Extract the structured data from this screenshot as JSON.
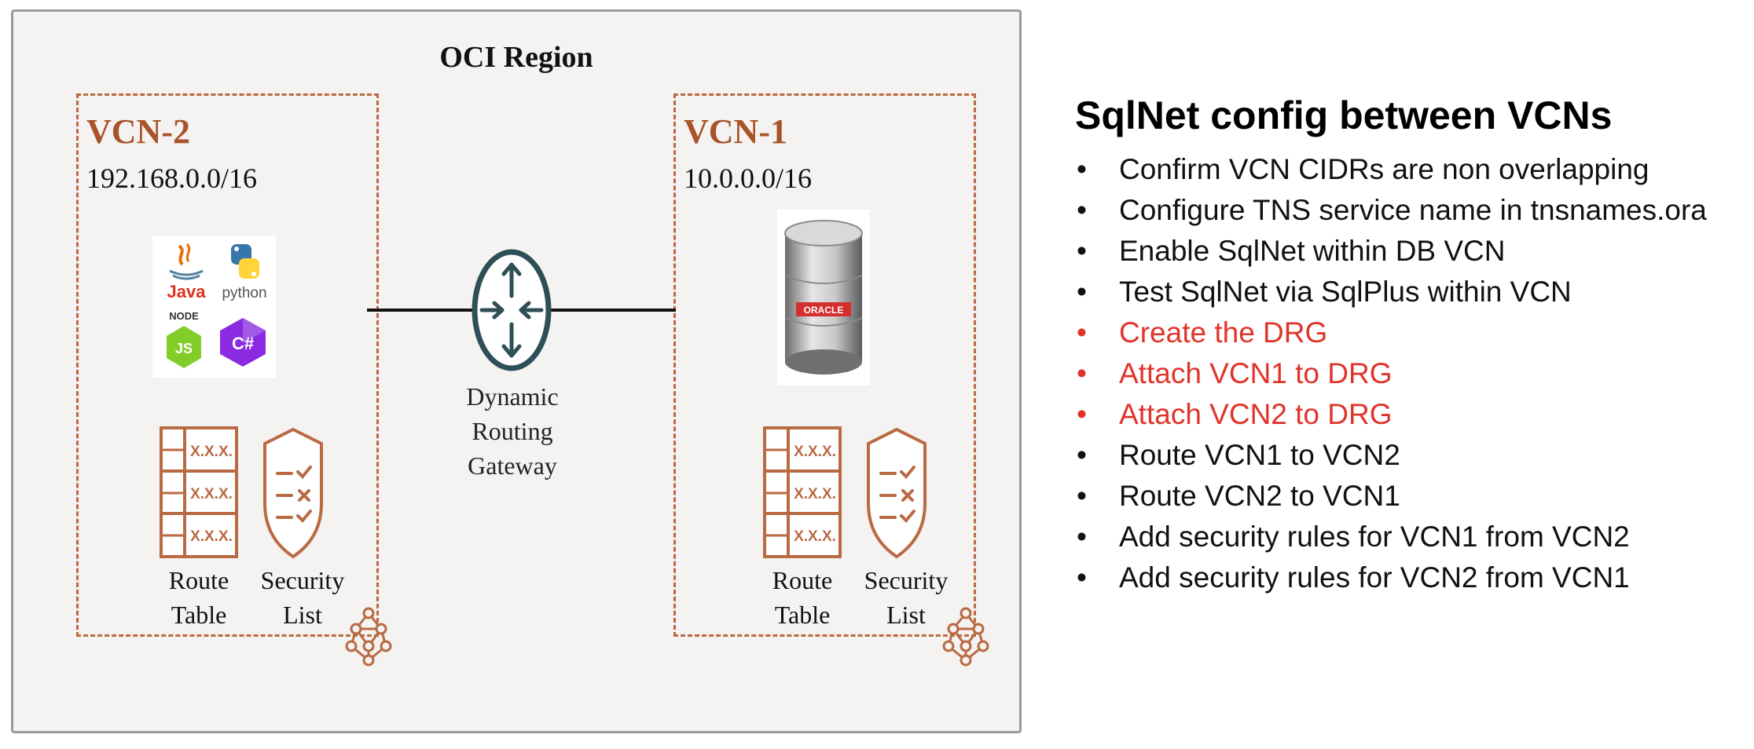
{
  "diagram": {
    "region_title": "OCI Region",
    "vcn_left": {
      "name": "VCN-2",
      "cidr": "192.168.0.0/16"
    },
    "vcn_right": {
      "name": "VCN-1",
      "cidr": "10.0.0.0/16"
    },
    "drg_label_lines": [
      "Dynamic",
      "Routing",
      "Gateway"
    ],
    "route_table_lines": [
      "Route",
      "Table"
    ],
    "security_list_label": "Security List",
    "route_table_cell_text": "X.X.X.",
    "app_logos": {
      "java": "Java",
      "python": "python",
      "node": "NODE",
      "csharp": "C#"
    },
    "db_logo_text": "ORACLE",
    "colors": {
      "accent": "#b96a43",
      "vcn_title": "#a9532a",
      "drg_icon": "#2e4f57"
    }
  },
  "panel": {
    "title": "SqlNet config between VCNs",
    "bullet": "•",
    "steps": [
      {
        "text": "Confirm VCN CIDRs are non overlapping",
        "highlight": false
      },
      {
        "text": "Configure TNS service name in tnsnames.ora",
        "highlight": false
      },
      {
        "text": "Enable SqlNet within DB VCN",
        "highlight": false
      },
      {
        "text": "Test SqlNet via SqlPlus within VCN",
        "highlight": false
      },
      {
        "text": "Create the DRG",
        "highlight": true
      },
      {
        "text": "Attach VCN1 to DRG",
        "highlight": true
      },
      {
        "text": "Attach VCN2 to DRG",
        "highlight": true
      },
      {
        "text": "Route VCN1 to VCN2",
        "highlight": false
      },
      {
        "text": "Route VCN2 to VCN1",
        "highlight": false
      },
      {
        "text": "Add security rules for VCN1 from VCN2",
        "highlight": false
      },
      {
        "text": "Add security rules for VCN2 from VCN1",
        "highlight": false
      }
    ],
    "highlight_color": "#e0342a"
  }
}
